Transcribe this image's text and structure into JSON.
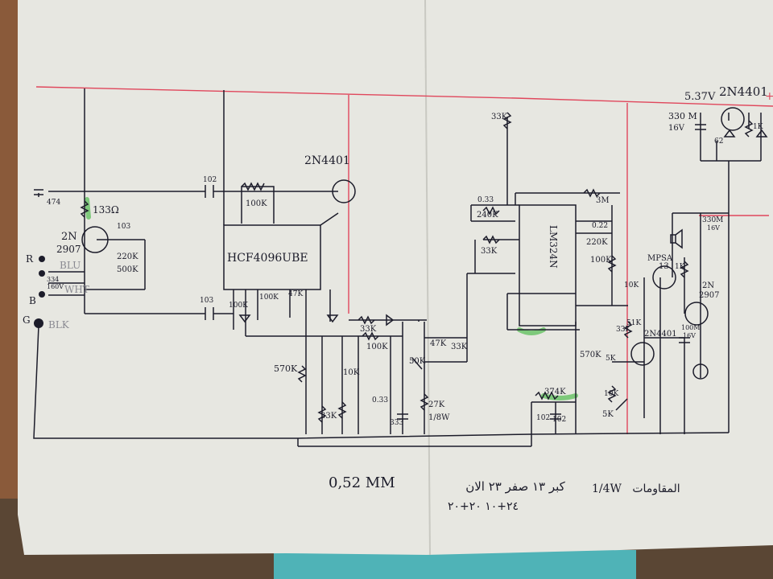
{
  "colors": {
    "paper": "#e7e7e1",
    "ink": "#1c1c2a",
    "supply_rail": "#e0475c",
    "highlight": "#5cbf5a",
    "table_edge": "#5a4634",
    "cloth": "#4fb3b7"
  },
  "supply": {
    "voltage": "5.37V",
    "plus_sign": "+"
  },
  "transistors": {
    "q_input": {
      "type1": "2N",
      "type2": "2907"
    },
    "q_top": "2N4401",
    "q_reg": "2N4401",
    "q_mpsa": {
      "type1": "MPSA",
      "type2": "13"
    },
    "q_out": {
      "type1": "2N",
      "type2": "2907"
    },
    "q_mid": "2N4401"
  },
  "ics": {
    "counter": "HCF4096UBE",
    "opamp": "LM324N"
  },
  "resistors": {
    "r133": "133Ω",
    "r220k_a": "220K",
    "r500k": "500K",
    "r100k_top": "100K",
    "r100k_ic": "100K",
    "r47k_ic": "47K",
    "r100k_ic2": "100K",
    "r33k_a": "33K",
    "r100k_mid": "100K",
    "r47k": "47K",
    "r33k_b": "33K",
    "r50k": "50K",
    "r10k_a": "10K",
    "r33k_c": "33K",
    "r570k": "570K",
    "r27k": {
      "value": "27K",
      "rating": "1/8W"
    },
    "r33k_top": "33K",
    "r240k": "240K",
    "r33k_op": "33K",
    "r3m": "3M",
    "r220k_op": "220K",
    "r100k_op": "100K",
    "r10k_b": "10K",
    "r33k_d": "33K",
    "r51k": "51K",
    "r570k_b": "570K",
    "r5k_a": "5K",
    "r10k_c": "10K",
    "r5k_b": "5K",
    "r374k": "374K",
    "r1k_a": "1K",
    "r62": "62",
    "r1k_b": "1K"
  },
  "capacitors": {
    "c474": "474",
    "c102_top": "102",
    "c103_a": "103",
    "c103_b": "103",
    "c_0_33_a": "0.33",
    "c_0_33_b": "0.33",
    "c333": "333",
    "c102_b": "102",
    "c102_c": "102",
    "c022": "0.22",
    "c330_top": {
      "value": "330 M",
      "voltage": "16V"
    },
    "c330_bot": {
      "value": "330M",
      "voltage": "16V"
    },
    "c100m": {
      "value": "100M",
      "voltage": "16V"
    },
    "c_stack": {
      "value": "334",
      "voltage": "160V"
    }
  },
  "connector": {
    "r": "R",
    "blu": "BLU",
    "b": "B",
    "wht": "WHT",
    "g": "G",
    "blk": "BLK"
  },
  "notes": {
    "wire": "0,52 MM",
    "arabic1": "كبر ١٣ صفر ٢٣ الان",
    "arabic2": "٢٤+١٠  ٢٠+٢٠",
    "rating": "1/4W",
    "arabic3": "المقاومات"
  }
}
